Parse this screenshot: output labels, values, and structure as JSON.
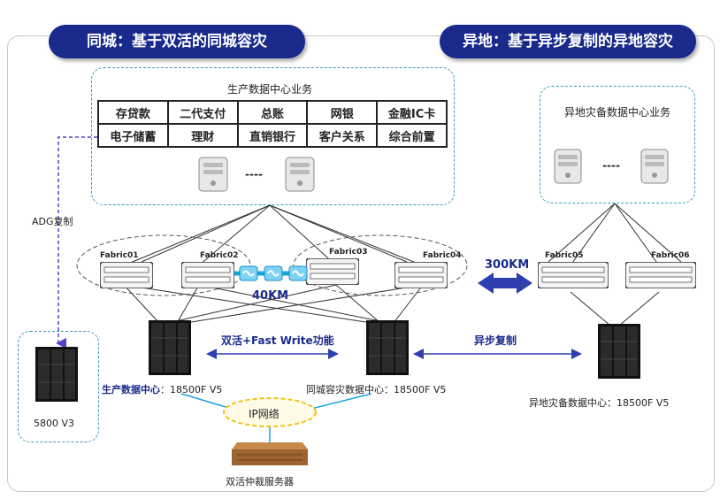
{
  "banners": {
    "left": "同城：基于双活的同城容灾",
    "right": "异地：基于异步复制的异地容灾"
  },
  "prod_business": {
    "title": "生产数据中心业务",
    "cells": [
      "存贷款",
      "二代支付",
      "总账",
      "网银",
      "金融IC卡",
      "电子储蓄",
      "理财",
      "直销银行",
      "客户关系",
      "综合前置"
    ],
    "ellipsis": "----"
  },
  "remote_business": {
    "title": "异地灾备数据中心业务",
    "ellipsis": "----"
  },
  "fabrics": [
    "Fabric01",
    "Fabric02",
    "Fabric03",
    "Fabric04",
    "Fabric05",
    "Fabric06"
  ],
  "links": {
    "km40": "40KM",
    "km300": "300KM",
    "active_active": "双活+Fast Write功能",
    "async": "异步复制",
    "adg": "ADG复制",
    "ip_network": "IP网络"
  },
  "storage": {
    "prod": "生产数据中心",
    "prod_model": "：18500F V5",
    "local_dr": "同城容灾数据中心：18500F V5",
    "remote_dr": "异地灾备数据中心：18500F V5",
    "left": "5800 V3"
  },
  "arbitration": "双活仲裁服务器",
  "colors": {
    "banner": "#1a2a8c",
    "dash": "#3a9bbd",
    "arrow": "#2e3fb0",
    "adg_line": "#5b3fc8",
    "ip_cloud": "#f2c21a"
  }
}
